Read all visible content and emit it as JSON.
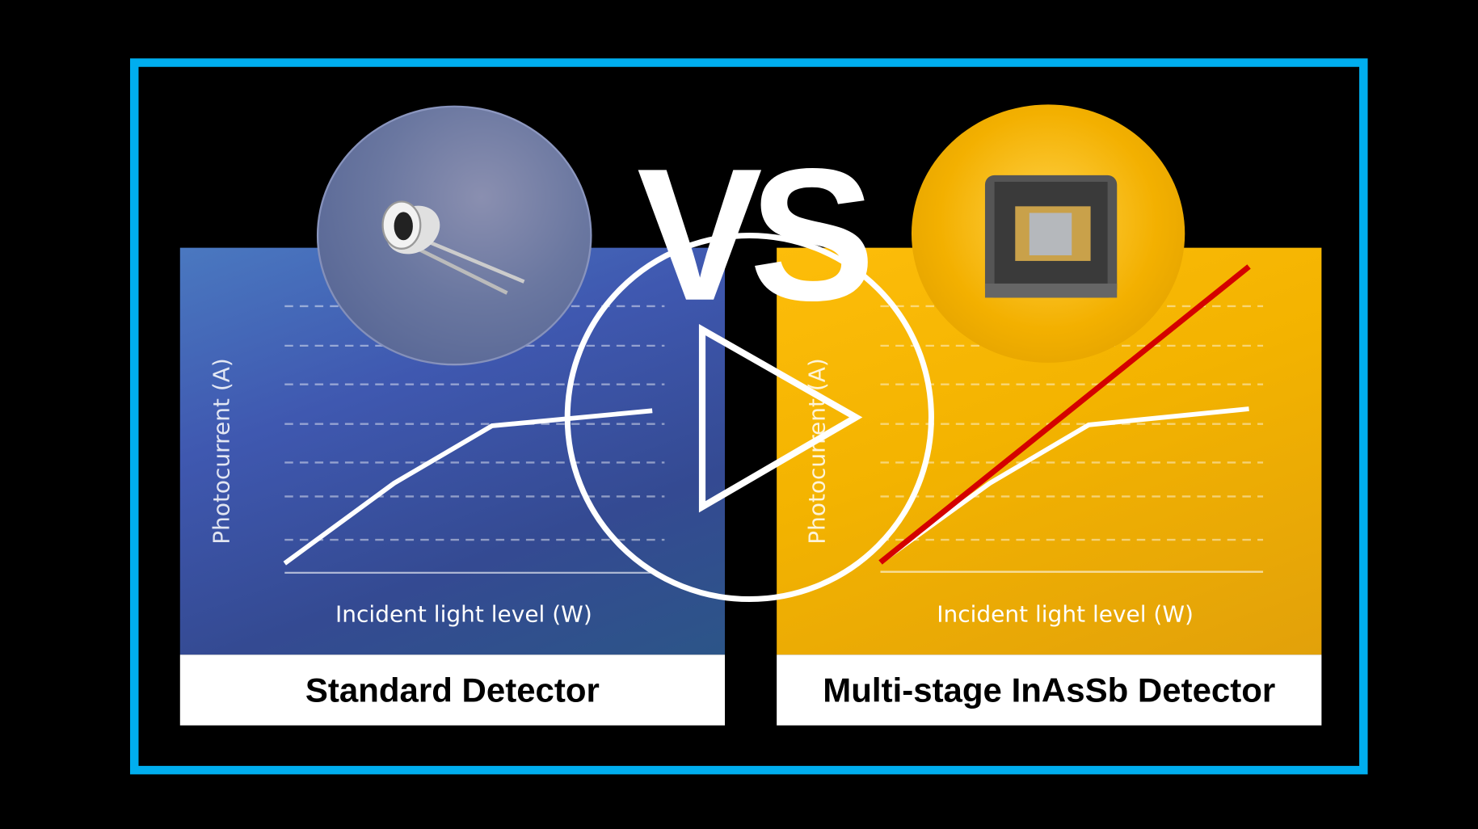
{
  "vs_text": "VS",
  "left": {
    "title": "Standard Detector",
    "y_axis_label": "Photocurrent (A)",
    "x_axis_label": "Incident light level (W)",
    "image": "to-can-photodiode",
    "panel_color": "#3f58b0"
  },
  "right": {
    "title": "Multi-stage InAsSb Detector",
    "y_axis_label": "Photocurrent (A)",
    "x_axis_label": "Incident light level (W)",
    "image": "smd-detector-package",
    "panel_color": "#f3b300",
    "highlight_line_color": "#d40000"
  },
  "frame_color": "#00aeef",
  "play_icon": "play-icon"
}
